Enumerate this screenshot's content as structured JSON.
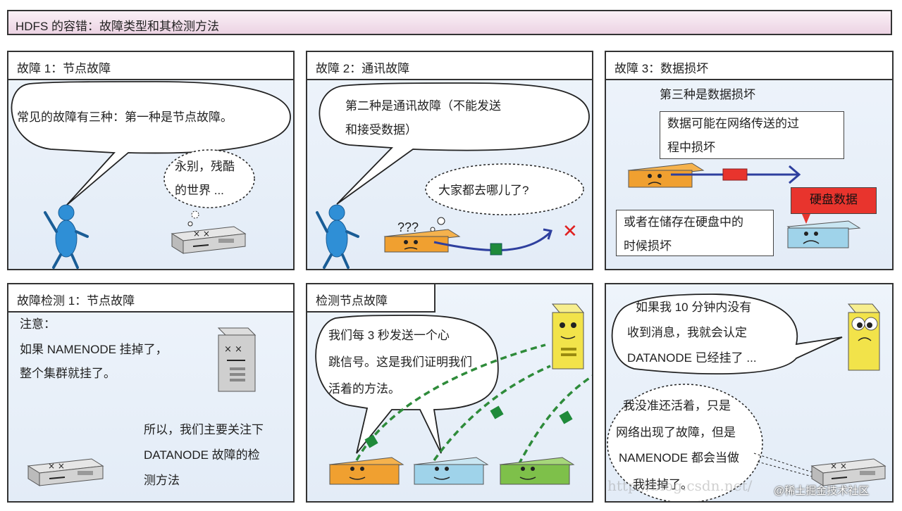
{
  "title": "HDFS 的容错：故障类型和其检测方法",
  "panels": {
    "p1": {
      "header": "故障 1：节点故障",
      "bubble": "常见的故障有三种：第一种是节点故障。",
      "thought_l1": "永别，残酷",
      "thought_l2": "的世界 ..."
    },
    "p2": {
      "header": "故障 2：通讯故障",
      "bubble_l1": "第二种是通讯故障（不能发送",
      "bubble_l2": "和接受数据）",
      "thought": "大家都去哪儿了?",
      "question": "???"
    },
    "p3": {
      "header": "故障 3：数据损坏",
      "intro": "第三种是数据损坏",
      "box1_l1": "数据可能在网络传送的过",
      "box1_l2": "程中损坏",
      "red_label": "硬盘数据",
      "box2_l1": "或者在储存在硬盘中的",
      "box2_l2": "时候损坏"
    },
    "p4": {
      "header": "故障检测 1：节点故障",
      "l1": "注意：",
      "l2": "如果 NAMENODE 挂掉了，",
      "l3": "整个集群就挂了。",
      "l4": "所以，我们主要关注下",
      "l5": "DATANODE 故障的检",
      "l6": "测方法"
    },
    "p5": {
      "header": "检测节点故障",
      "bubble_l1": "我们每 3 秒发送一个心",
      "bubble_l2": "跳信号。这是我们证明我们",
      "bubble_l3": "活着的方法。"
    },
    "p6": {
      "bubble_l1": "如果我 10 分钟内没有",
      "bubble_l2": "收到消息，我就会认定",
      "bubble_l3": "DATANODE 已经挂了 ...",
      "thought_l1": "我没准还活着，只是",
      "thought_l2": "网络出现了故障，但是",
      "thought_l3": "NAMENODE 都会当做",
      "thought_l4": "我挂掉了。"
    }
  },
  "watermark": "@稀土掘金技术社区",
  "csdn": "http://blog.csdn.net/"
}
